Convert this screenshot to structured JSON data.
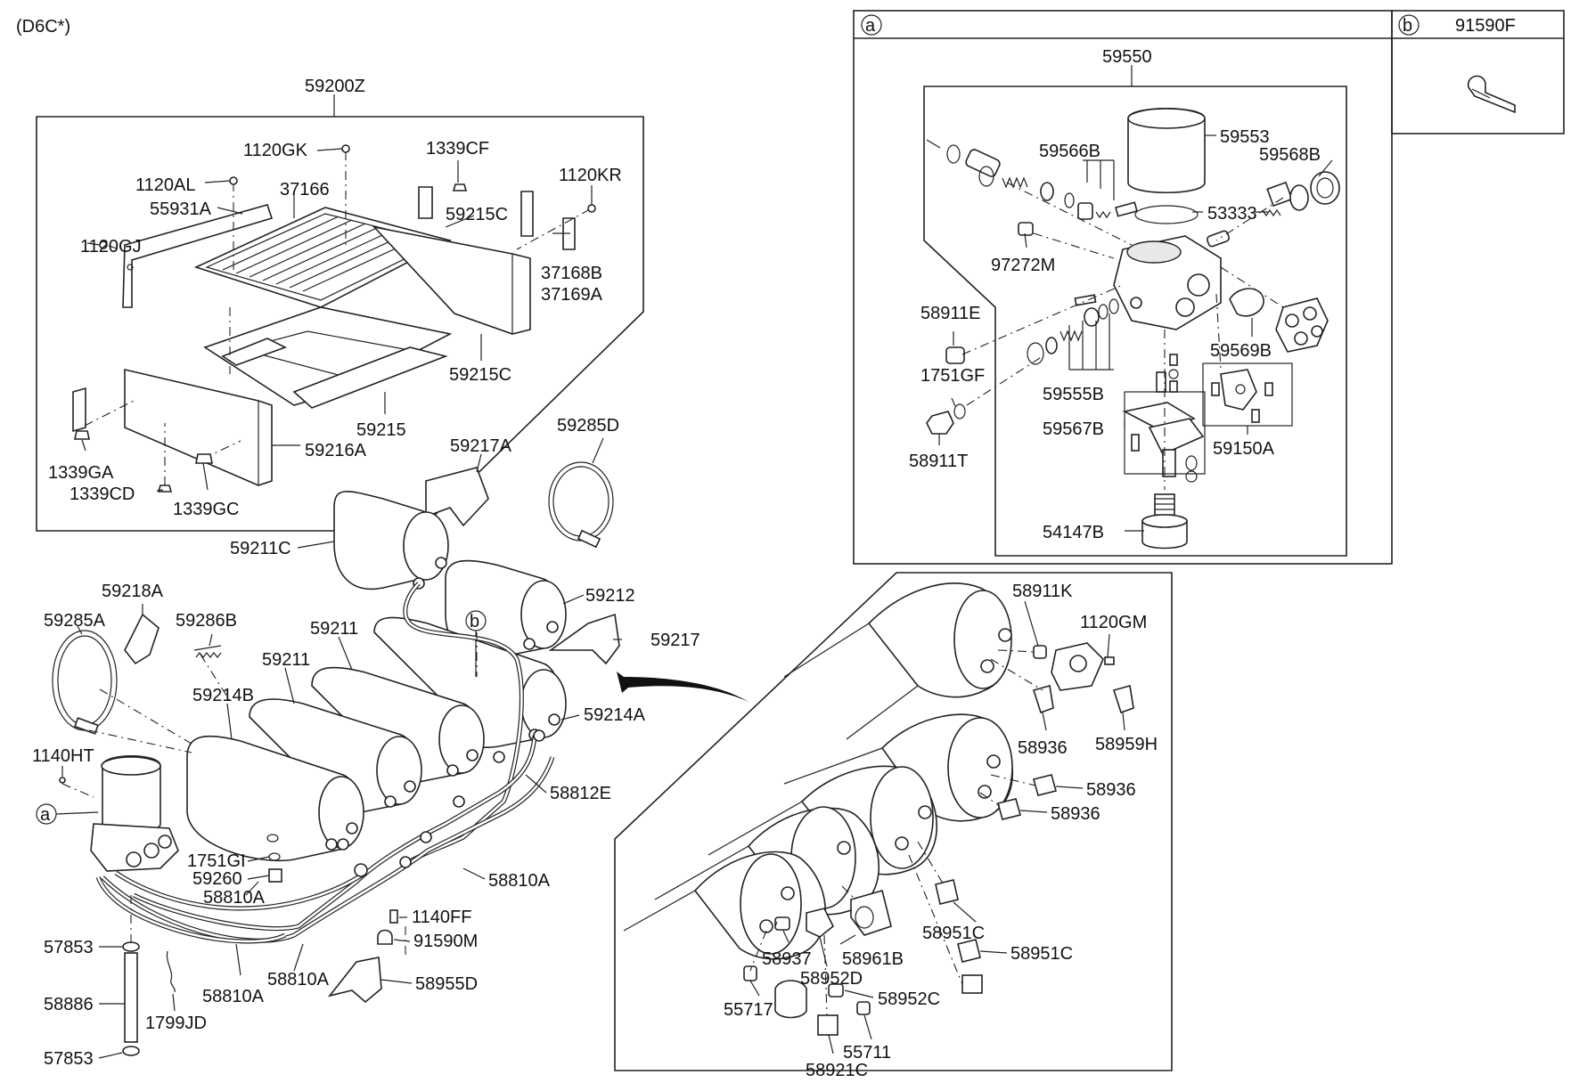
{
  "model_code": "(D6C*)",
  "callouts": {
    "a": "a",
    "b": "b"
  },
  "panel_b_part": "91590F",
  "parts": {
    "p59200Z": "59200Z",
    "p1120GK": "1120GK",
    "p1339CF": "1339CF",
    "p1120AL": "1120AL",
    "p37166": "37166",
    "p1120KR": "1120KR",
    "p55931A": "55931A",
    "p59215C_a": "59215C",
    "p1120GJ": "1120GJ",
    "p37168B": "37168B",
    "p37169A": "37169A",
    "p59215C_b": "59215C",
    "p59215": "59215",
    "p59216A": "59216A",
    "p1339GA": "1339GA",
    "p1339CD": "1339CD",
    "p1339GC": "1339GC",
    "p59217A": "59217A",
    "p59285D": "59285D",
    "p59211C": "59211C",
    "p59212": "59212",
    "p59218A": "59218A",
    "p59285A": "59285A",
    "p59286B": "59286B",
    "p59217": "59217",
    "p59211_a": "59211",
    "p59211_b": "59211",
    "p59214B": "59214B",
    "p59214A": "59214A",
    "p1140HT": "1140HT",
    "p58812E": "58812E",
    "p1751GI": "1751GI",
    "p59260": "59260",
    "p58810A_a": "58810A",
    "p58810A_b": "58810A",
    "p58810A_c": "58810A",
    "p58810A_d": "58810A",
    "p1140FF": "1140FF",
    "p91590M": "91590M",
    "p57853_a": "57853",
    "p58886": "58886",
    "p1799JD": "1799JD",
    "p58955D": "58955D",
    "p57853_b": "57853",
    "p59550": "59550",
    "p59553": "59553",
    "p59566B": "59566B",
    "p59568B": "59568B",
    "p53333": "53333",
    "p97272M": "97272M",
    "p58911E": "58911E",
    "p1751GF": "1751GF",
    "p59569B": "59569B",
    "p59555B": "59555B",
    "p59567B": "59567B",
    "p59150A": "59150A",
    "p58911T": "58911T",
    "p54147B": "54147B",
    "p58911K": "58911K",
    "p1120GM": "1120GM",
    "p58936_a": "58936",
    "p58959H": "58959H",
    "p58936_b": "58936",
    "p58936_c": "58936",
    "p58951C_a": "58951C",
    "p58951C_b": "58951C",
    "p58937": "58937",
    "p58961B": "58961B",
    "p58952D": "58952D",
    "p58952C": "58952C",
    "p55717": "55717",
    "p55711": "55711",
    "p58921C": "58921C"
  }
}
